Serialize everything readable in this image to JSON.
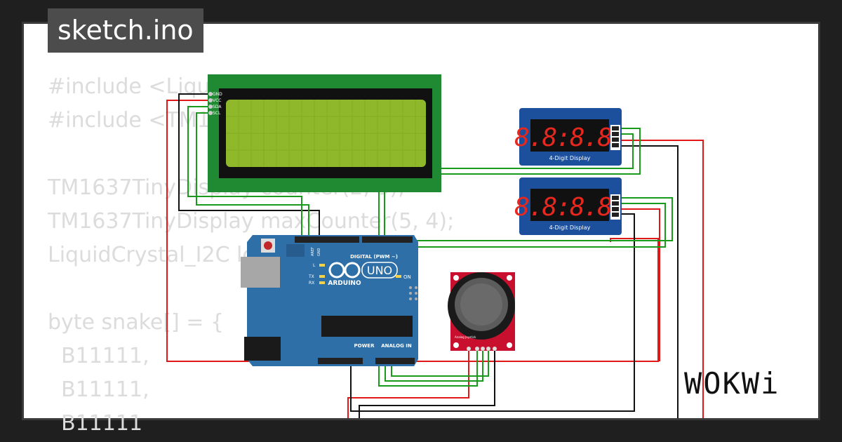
{
  "title": "sketch.ino",
  "code_lines": [
    "#include <Liqui",
    "#include <TM1",
    "",
    "TM1637TinyDisplay counter(2, 3);",
    "TM1637TinyDisplay maxCounter(5, 4);",
    "LiquidCrystal_I2C lc",
    "",
    "byte snake[] = {",
    "  B11111,",
    "  B11111,",
    "  B11111"
  ],
  "lcd": {
    "pins": [
      "GND",
      "VCC",
      "SDA",
      "SCL"
    ]
  },
  "displays": [
    {
      "label": "4-Digit Display",
      "digits": "8.8:8.8."
    },
    {
      "label": "4-Digit Display",
      "digits": "8.8:8.8."
    }
  ],
  "arduino": {
    "model": "UNO",
    "brand": "ARDUINO",
    "digital_label": "DIGITAL (PWM ~)",
    "analog_label": "ANALOG IN",
    "power_label": "POWER",
    "on_label": "ON",
    "l_label": "L",
    "tx_label": "TX",
    "rx_label": "RX",
    "aref_label": "AREF",
    "gnd_label": "GND"
  },
  "joystick": {
    "label": "Analog Joystick"
  },
  "logo": "WOKWi",
  "colors": {
    "background": "#1f1f1f",
    "canvas": "#ffffff",
    "tab": "#4c4c4c",
    "code_text": "#dcdcdc",
    "lcd_pcb": "#1f8a32",
    "lcd_screen": "#8fb82a",
    "display_pcb": "#1c4f9c",
    "segment_red": "#e8281e",
    "arduino_blue": "#2e6fa7",
    "joystick_red": "#c8102e",
    "wire_green": "#1a9a1a",
    "wire_red": "#e01818",
    "wire_black": "#111111"
  }
}
